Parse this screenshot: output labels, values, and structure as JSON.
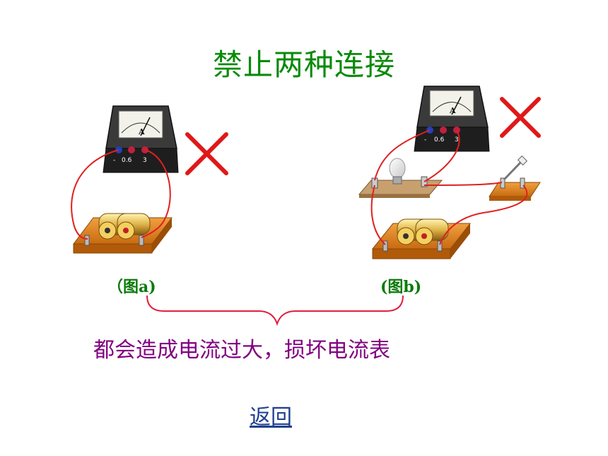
{
  "title": "禁止两种连接",
  "figure_a": {
    "caption": "（图a)",
    "meter_letter": "A",
    "meter_terminals": [
      "-",
      "0.6",
      "3"
    ]
  },
  "figure_b": {
    "caption": "(图b)",
    "meter_letter": "A",
    "meter_terminals": [
      "-",
      "0.6",
      "3"
    ]
  },
  "conclusion": "都会造成电流过大，损坏电流表",
  "back_link": "返回",
  "colors": {
    "title": "#0a8a0a",
    "wire": "#e02020",
    "cross": "#e01818",
    "conclusion": "#800080",
    "link": "#1f3f8f",
    "board": "#d8781c"
  }
}
